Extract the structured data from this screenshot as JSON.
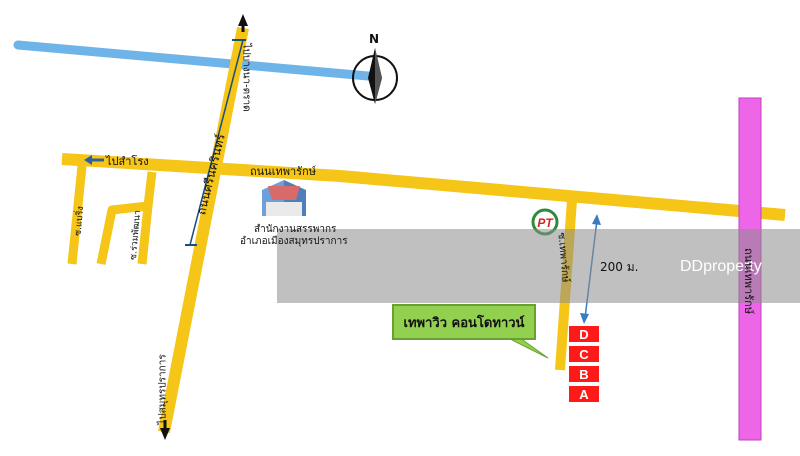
{
  "map": {
    "north_label": "N",
    "roads": {
      "thepharak": "ถนนเทพารักษ์",
      "sikrinthra": "ถนนศรีนครินทร์",
      "to_bangna_trad": "ไปบางนา-ตราด",
      "to_samrong": "ไปสำโรง",
      "to_samut_prakan": "ไปสมุทรปราการ",
      "soi_left_1": "ซ.แบริ่ง",
      "soi_left_2": "ซ.ร่วมพัฒนา",
      "soi_thepharak": "ซ.เทพารักษ์",
      "thepharak_right": "ถนนเทพารักษ์"
    },
    "landmark": {
      "line1": "สำนักงานสรรพากร",
      "line2": "อำเภอเมืองสมุทรปราการ"
    },
    "distance_label": "200 ม.",
    "callout_label": "เทพาวิว คอนโดทาวน์",
    "blocks": [
      "D",
      "C",
      "B",
      "A"
    ],
    "watermark": "DDproperty",
    "colors": {
      "road": "#f5c518",
      "road_edge": "#e0a800",
      "canal": "#6fb4e8",
      "highway": "#ee66e8",
      "block": "#ff1a1a",
      "callout": "#92d050"
    }
  }
}
